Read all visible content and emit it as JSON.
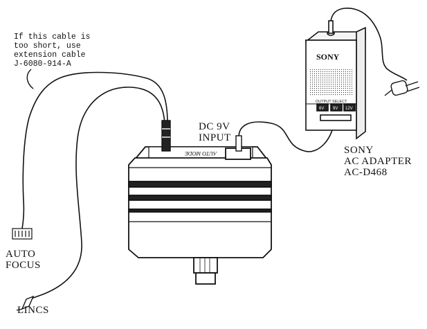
{
  "labels": {
    "cable_note": [
      "If this cable is",
      "too short, use",
      "extension cable",
      "J-6080-914-A"
    ],
    "dc_input": [
      "DC 9V",
      "INPUT"
    ],
    "adapter": [
      "SONY",
      "AC ADAPTER",
      "AC-D468"
    ],
    "auto_focus": [
      "AUTO",
      "FOCUS"
    ],
    "lincs": "LINCS"
  },
  "adapter_box": {
    "brand": "SONY",
    "output_select": "OUTPUT SELECT",
    "voltages": [
      "6V",
      "9V",
      "12V"
    ]
  },
  "module_top_text": "AUTO MODE"
}
